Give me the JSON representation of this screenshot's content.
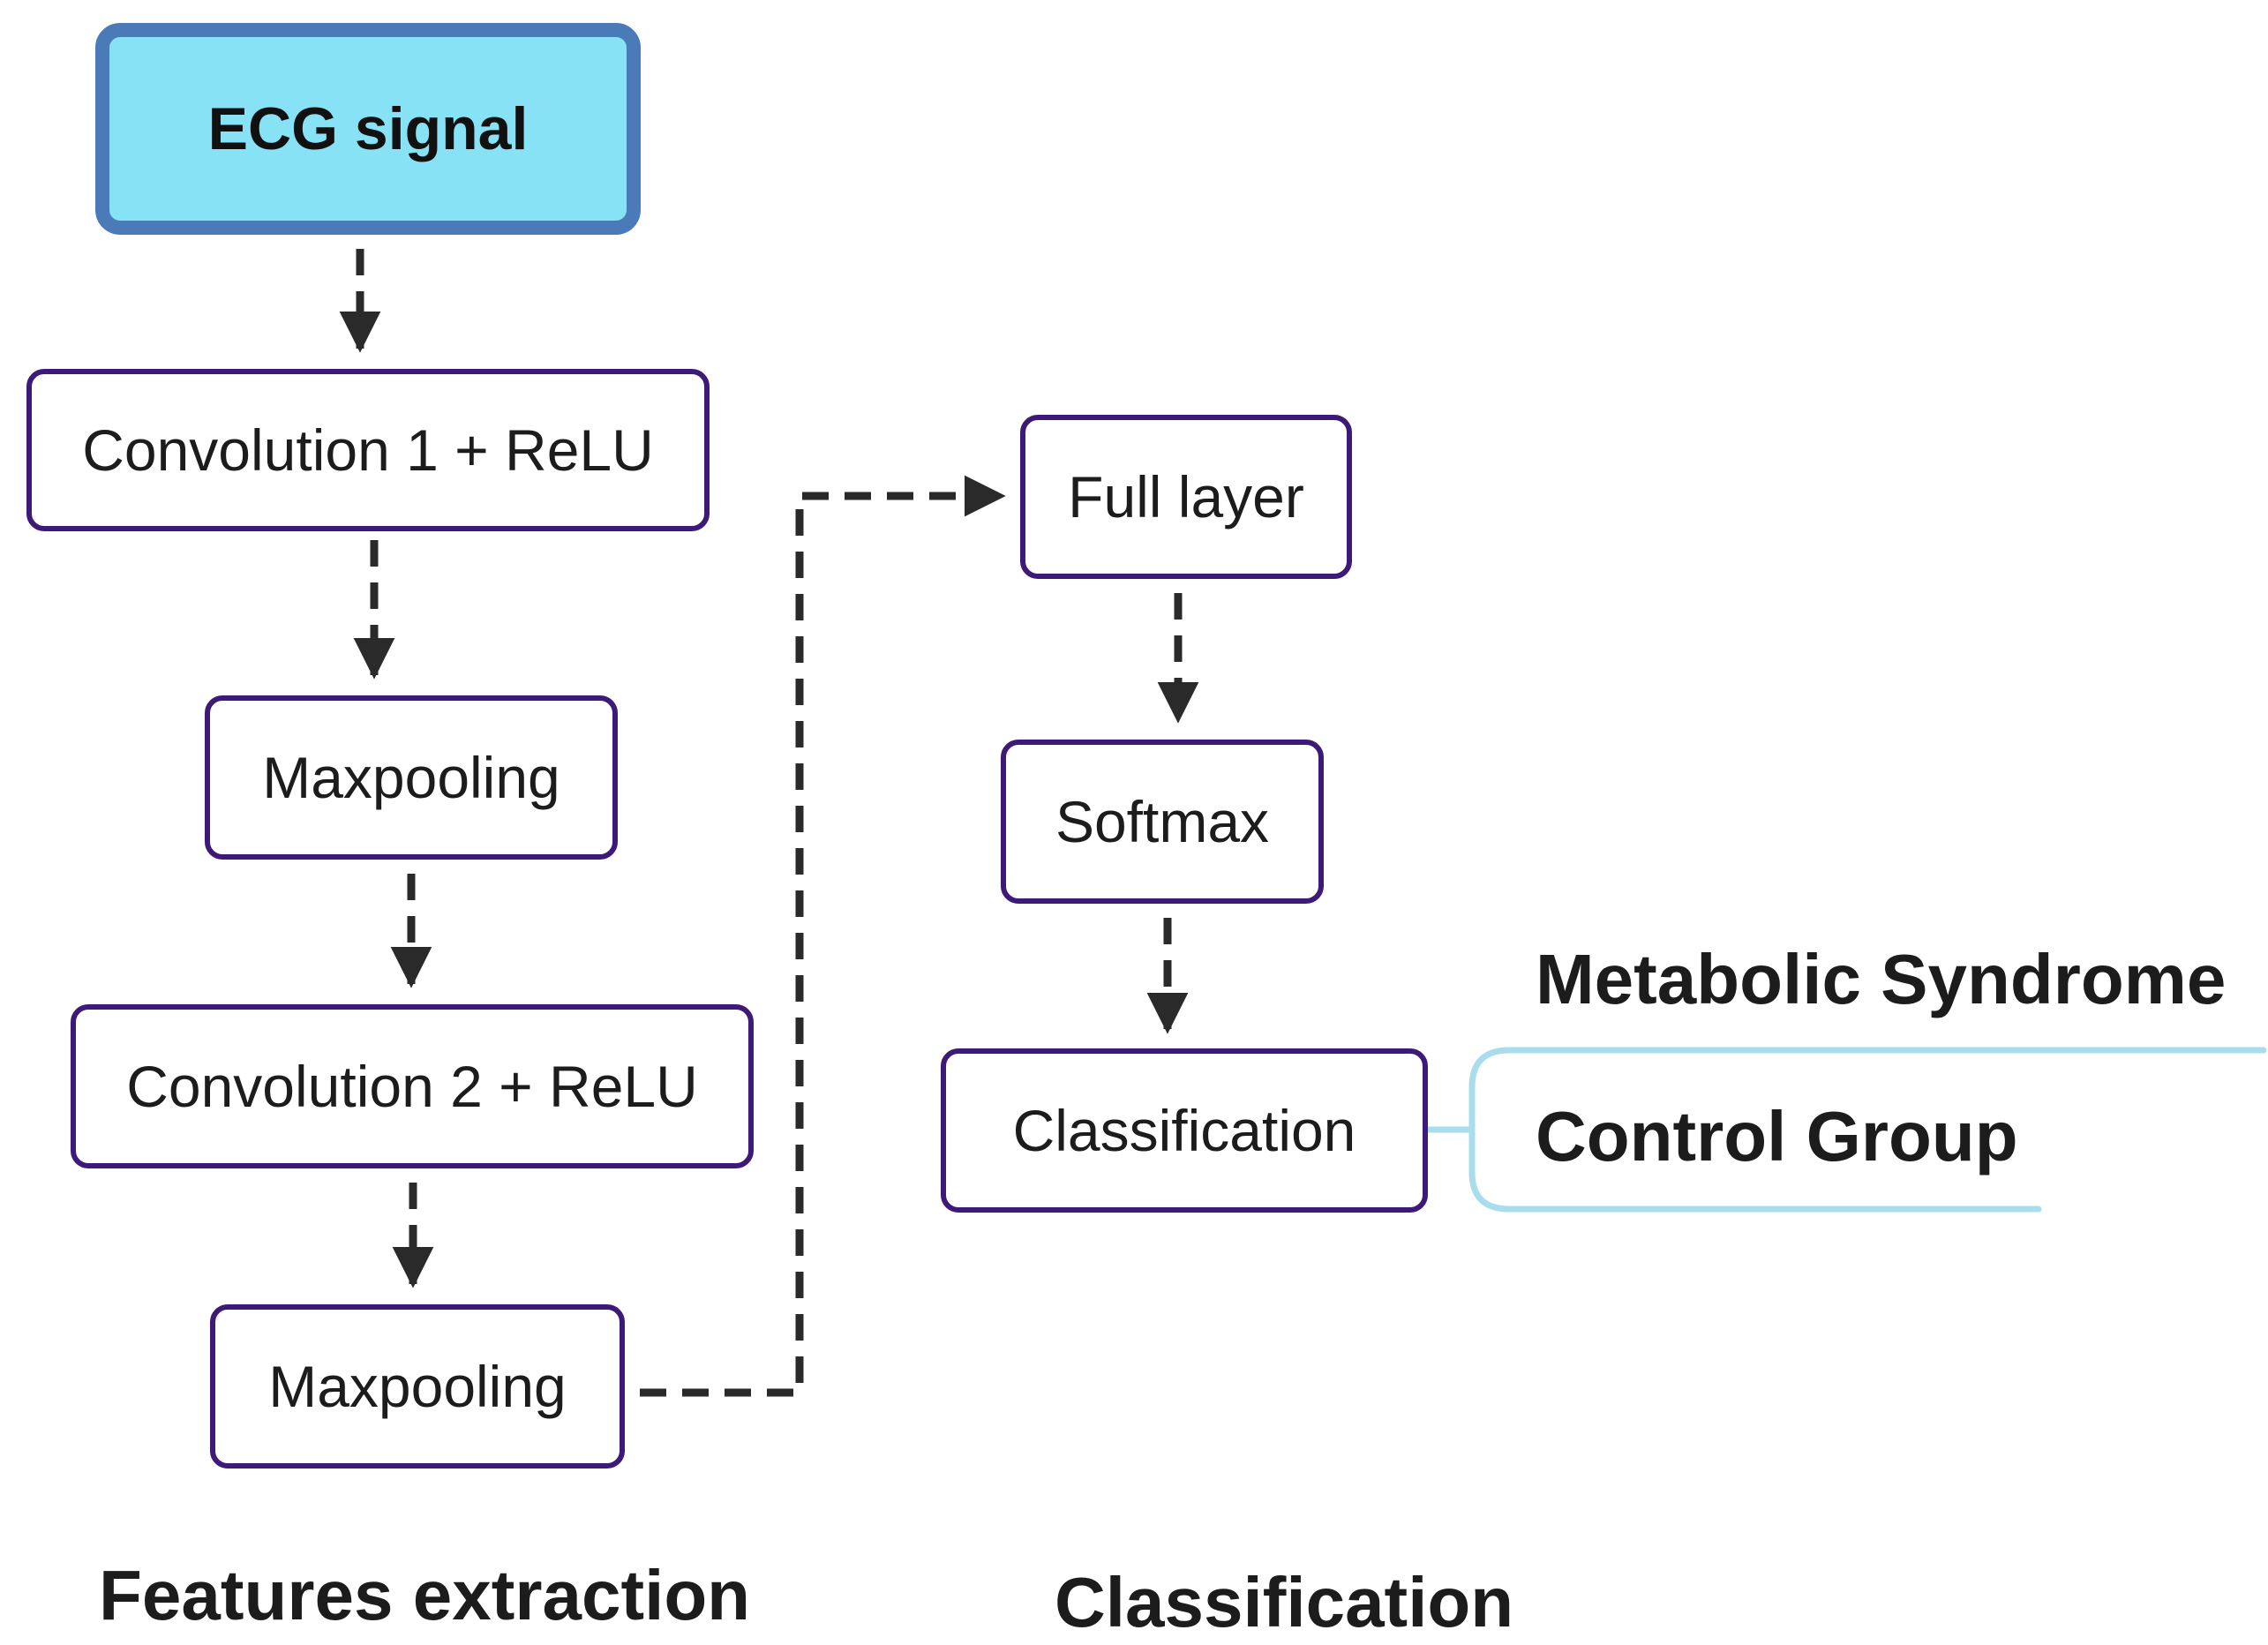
{
  "nodes": {
    "ecg_signal": "ECG signal",
    "conv1": "Convolution 1 + ReLU",
    "maxpool1": "Maxpooling",
    "conv2": "Convolution 2 + ReLU",
    "maxpool2": "Maxpooling",
    "full_layer": "Full layer",
    "softmax": "Softmax",
    "classification": "Classification"
  },
  "outcomes": {
    "metabolic_syndrome": "Metabolic Syndrome",
    "control_group": "Control Group"
  },
  "sections": {
    "features_extraction": "Features extraction",
    "classification": "Classification"
  },
  "colors": {
    "input_fill": "#86e2f4",
    "input_border": "#4a7ab8",
    "box_border": "#3d1a78",
    "arrow": "#2a2a2a",
    "bracket": "#a9dcec"
  }
}
